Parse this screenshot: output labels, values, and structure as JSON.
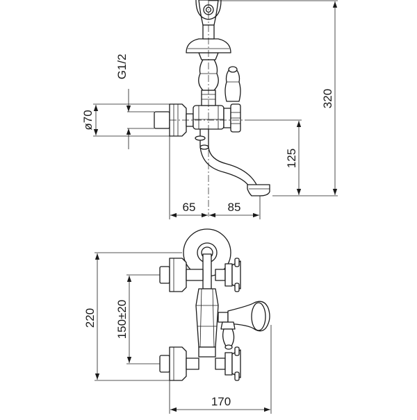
{
  "dimensions": {
    "thread": "G1/2",
    "diameter": "ø70",
    "height_total": "320",
    "height_spout": "125",
    "offset_wall": "65",
    "spout_reach": "85",
    "height_front": "220",
    "center_distance": "150±20",
    "width_total": "170"
  }
}
